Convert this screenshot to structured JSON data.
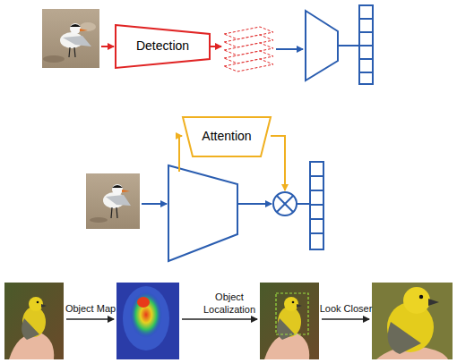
{
  "diagram": {
    "nodes": [
      {
        "text": [
          "Detection"
        ]
      },
      {
        "text": [
          "Attention"
        ]
      }
    ],
    "labels": [
      "Object Map",
      "Object Localization",
      "Look Closer"
    ]
  }
}
